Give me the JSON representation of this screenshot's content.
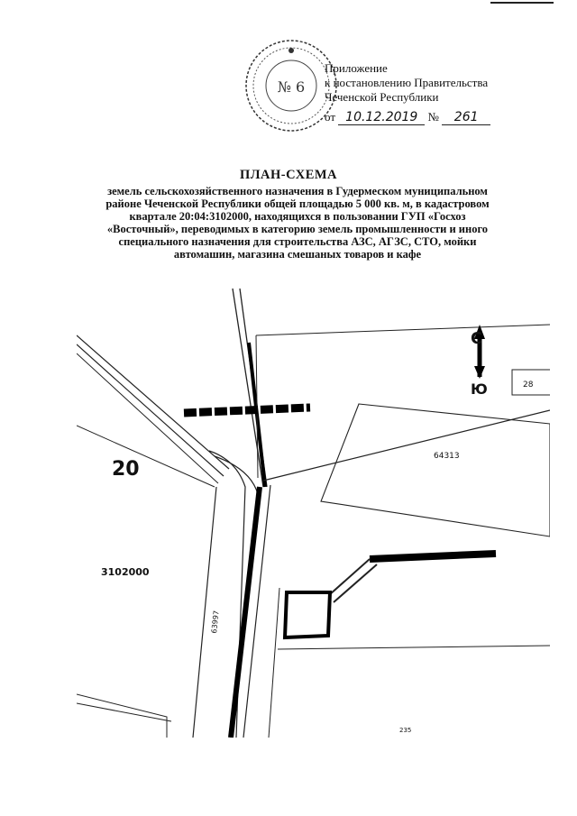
{
  "appendix": {
    "line1": "Приложение",
    "line2": "к постановлению Правительства",
    "line3": "Чеченской Республики",
    "date_prefix": "от",
    "date": "10.12.2019",
    "number_prefix": "№",
    "number": "261"
  },
  "seal": {
    "text": "№ 6"
  },
  "title": "ПЛАН-СХЕМА",
  "subtitle": "земель сельскохозяйственного назначения в Гудермеском муниципальном районе Чеченской Республики общей площадью 5 000 кв. м, в кадастровом квартале 20:04:3102000, находящихся в пользовании ГУП «Госхоз «Восточный», переводимых в категорию земель промышленности и иного специального назначения для строительства АЗС, АГЗС, СТО, мойки автомашин, магазина смешаных товаров и кафе",
  "map": {
    "label_region": "20",
    "label_quarter": "3102000",
    "label_parcel": "64313",
    "label_corner": "28",
    "label_road": "63997",
    "label_bottom": "235",
    "compass_north": "С",
    "compass_south": "Ю"
  }
}
